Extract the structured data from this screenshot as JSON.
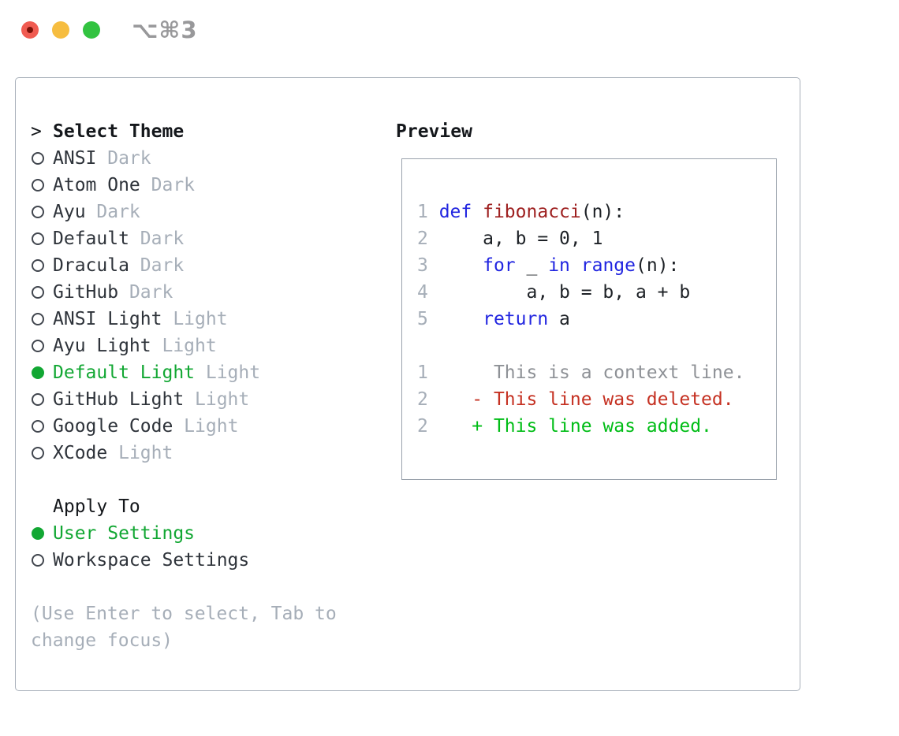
{
  "window": {
    "title": "⌥⌘3",
    "traffic_lights": [
      "close",
      "minimize",
      "zoom"
    ]
  },
  "panel": {
    "select_theme": {
      "header_prefix": ">",
      "header": "Select Theme",
      "items": [
        {
          "name": "ANSI",
          "tag": "Dark",
          "selected": false
        },
        {
          "name": "Atom One",
          "tag": "Dark",
          "selected": false
        },
        {
          "name": "Ayu",
          "tag": "Dark",
          "selected": false
        },
        {
          "name": "Default",
          "tag": "Dark",
          "selected": false
        },
        {
          "name": "Dracula",
          "tag": "Dark",
          "selected": false
        },
        {
          "name": "GitHub",
          "tag": "Dark",
          "selected": false
        },
        {
          "name": "ANSI Light",
          "tag": "Light",
          "selected": false
        },
        {
          "name": "Ayu Light",
          "tag": "Light",
          "selected": false
        },
        {
          "name": "Default Light",
          "tag": "Light",
          "selected": true
        },
        {
          "name": "GitHub Light",
          "tag": "Light",
          "selected": false
        },
        {
          "name": "Google Code",
          "tag": "Light",
          "selected": false
        },
        {
          "name": "XCode",
          "tag": "Light",
          "selected": false
        }
      ]
    },
    "apply_to": {
      "header": "Apply To",
      "items": [
        {
          "name": "User Settings",
          "selected": true
        },
        {
          "name": "Workspace Settings",
          "selected": false
        }
      ]
    },
    "hint_lines": [
      "(Use Enter to select, Tab to",
      "change focus)"
    ],
    "preview": {
      "header": "Preview",
      "code_lines": [
        {
          "tokens": [
            {
              "t": "1 ",
              "c": "lineno"
            },
            {
              "t": "def",
              "c": "kw"
            },
            {
              "t": " ",
              "c": "plain"
            },
            {
              "t": "fibonacci",
              "c": "fn"
            },
            {
              "t": "(n):",
              "c": "plain"
            }
          ]
        },
        {
          "tokens": [
            {
              "t": "2 ",
              "c": "lineno"
            },
            {
              "t": "    a, b = 0, 1",
              "c": "plain"
            }
          ]
        },
        {
          "tokens": [
            {
              "t": "3 ",
              "c": "lineno"
            },
            {
              "t": "    ",
              "c": "plain"
            },
            {
              "t": "for",
              "c": "kw"
            },
            {
              "t": " _ ",
              "c": "plain"
            },
            {
              "t": "in",
              "c": "kw"
            },
            {
              "t": " ",
              "c": "plain"
            },
            {
              "t": "range",
              "c": "kw"
            },
            {
              "t": "(n):",
              "c": "plain"
            }
          ]
        },
        {
          "tokens": [
            {
              "t": "4 ",
              "c": "lineno"
            },
            {
              "t": "        a, b = b, a + b",
              "c": "plain"
            }
          ]
        },
        {
          "tokens": [
            {
              "t": "5 ",
              "c": "lineno"
            },
            {
              "t": "    ",
              "c": "plain"
            },
            {
              "t": "return",
              "c": "kw"
            },
            {
              "t": " a",
              "c": "plain"
            }
          ]
        },
        {
          "tokens": []
        },
        {
          "tokens": [
            {
              "t": "1",
              "c": "lineno"
            },
            {
              "t": "      This is a context line.",
              "c": "ctx"
            }
          ]
        },
        {
          "tokens": [
            {
              "t": "2",
              "c": "lineno"
            },
            {
              "t": "    ",
              "c": "plain"
            },
            {
              "t": "- This line was deleted.",
              "c": "del"
            }
          ]
        },
        {
          "tokens": [
            {
              "t": "2",
              "c": "lineno"
            },
            {
              "t": "    ",
              "c": "plain"
            },
            {
              "t": "+ This line was added.",
              "c": "add"
            }
          ]
        }
      ]
    }
  },
  "colors": {
    "header_color": "#14171b",
    "item_color": "#2e333a",
    "muted": "#a6aeb8",
    "green": "#12a733",
    "kw_blue": "#2125e0",
    "fn_red": "#9e2020",
    "del_red": "#c53122",
    "add_green": "#00bd16",
    "ctx_gray": "#8e9196",
    "code_plain": "#1d2126",
    "panel_border": "#a8b0ba",
    "box_border": "#9aa2ac",
    "title_gray": "#98989a",
    "light_red": "#f05b51",
    "light_red_dot": "#7c1108",
    "light_yellow": "#f6bd40",
    "light_green": "#32c340"
  }
}
